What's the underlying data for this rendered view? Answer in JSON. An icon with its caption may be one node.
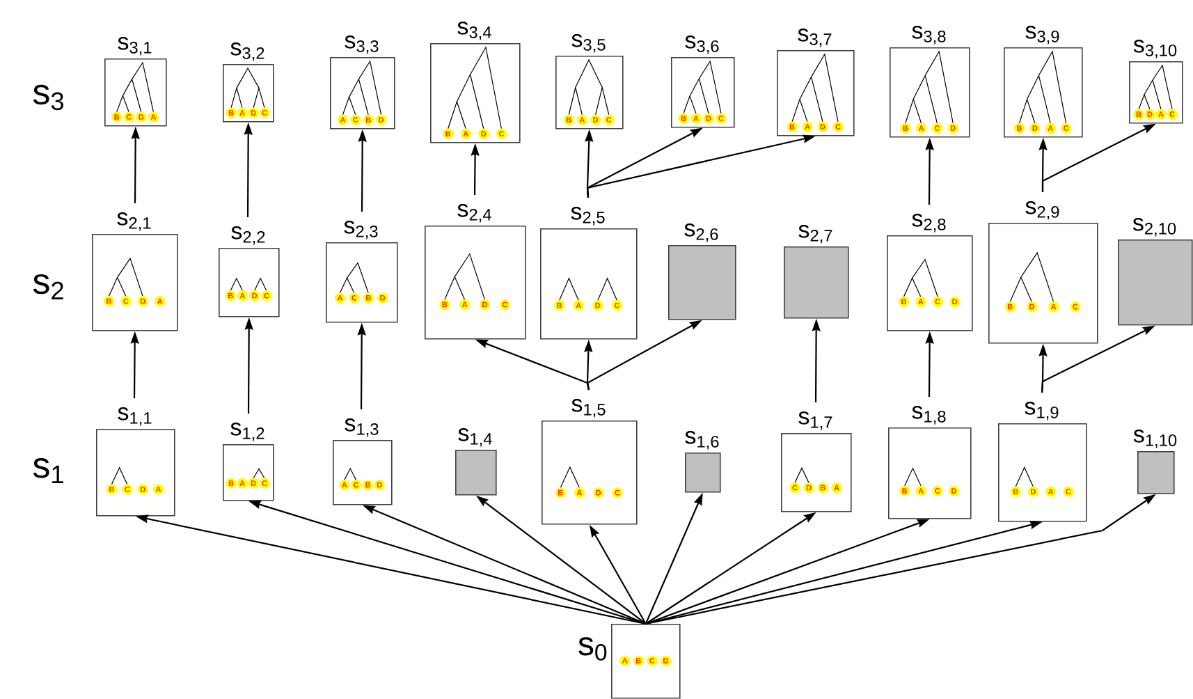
{
  "diagram": {
    "nodes": [
      {
        "text": [
          "s$_{3,1}$",
          "B",
          "C",
          "D",
          "A"
        ]
      },
      {
        "text": [
          "s$_{3,2}$",
          "B",
          "A",
          "D",
          "C"
        ]
      },
      {
        "text": [
          "s$_{3,3}$",
          "A",
          "C",
          "B",
          "D"
        ]
      },
      {
        "text": [
          "s$_{3,4}$",
          "B",
          "A",
          "D",
          "C"
        ]
      },
      {
        "text": [
          "s$_{3,5}$",
          "B",
          "A",
          "D",
          "C"
        ]
      },
      {
        "text": [
          "s$_{3,6}$",
          "B",
          "A",
          "D",
          "C"
        ]
      },
      {
        "text": [
          "s$_{3,7}$",
          "B",
          "A",
          "D",
          "C"
        ]
      },
      {
        "text": [
          "s$_{3,8}$",
          "B",
          "A",
          "C",
          "D"
        ]
      },
      {
        "text": [
          "s$_{3,9}$",
          "B",
          "D",
          "A",
          "C"
        ]
      },
      {
        "text": [
          "s$_{3,10}$",
          "B",
          "D",
          "A",
          "C"
        ]
      },
      {
        "text": [
          "s$_{2,1}$",
          "B",
          "C",
          "D",
          "A"
        ]
      },
      {
        "text": [
          "s$_{2,2}$",
          "B",
          "A",
          "D",
          "C"
        ]
      },
      {
        "text": [
          "s$_{2,3}$",
          "A",
          "C",
          "B",
          "D"
        ]
      },
      {
        "text": [
          "s$_{2,4}$",
          "B",
          "A",
          "D",
          "C"
        ]
      },
      {
        "text": [
          "s$_{2,5}$",
          "B",
          "A",
          "D",
          "C"
        ]
      },
      {
        "text": [
          "s$_{2,6}$"
        ]
      },
      {
        "text": [
          "s$_{2,7}$"
        ]
      },
      {
        "text": [
          "s$_{2,8}$",
          "B",
          "A",
          "C",
          "D"
        ]
      },
      {
        "text": [
          "s$_{2,9}$",
          "B",
          "D",
          "A",
          "C"
        ]
      },
      {
        "text": [
          "s$_{2,10}$"
        ]
      },
      {
        "text": [
          "s$_{1,1}$",
          "B",
          "C",
          "D",
          "A"
        ]
      },
      {
        "text": [
          "s$_{1,2}$",
          "B",
          "A",
          "D",
          "C"
        ]
      },
      {
        "text": [
          "s$_{1,3}$",
          "A",
          "C",
          "B",
          "D"
        ]
      },
      {
        "text": [
          "s$_{1,4}$"
        ]
      },
      {
        "text": [
          "s$_{1,5}$",
          "B",
          "A",
          "D",
          "C"
        ]
      },
      {
        "text": [
          "s$_{1,6}$"
        ]
      },
      {
        "text": [
          "s$_{1,7}$",
          "C",
          "D",
          "B",
          "A"
        ]
      },
      {
        "text": [
          "s$_{1,8}$",
          "B",
          "A",
          "C",
          "D"
        ]
      },
      {
        "text": [
          "s$_{1,9}$",
          "B",
          "D",
          "A",
          "C"
        ]
      },
      {
        "text": [
          "s$_{1,10}$"
        ]
      },
      {
        "text": [
          "s$_{0}$",
          "A",
          "B",
          "C",
          "D"
        ]
      }
    ],
    "edges": [
      {
        "from": 30,
        "to": 20,
        "arrow": "to"
      },
      {
        "from": 30,
        "to": 21,
        "arrow": "to"
      },
      {
        "from": 30,
        "to": 22,
        "arrow": "to"
      },
      {
        "from": 30,
        "to": 23,
        "arrow": "to"
      },
      {
        "from": 30,
        "to": 24,
        "arrow": "to"
      },
      {
        "from": 30,
        "to": 25,
        "arrow": "to"
      },
      {
        "from": 30,
        "to": 26,
        "arrow": "to"
      },
      {
        "from": 30,
        "to": 27,
        "arrow": "to"
      },
      {
        "from": 30,
        "to": 28,
        "arrow": "to"
      },
      {
        "from": 30,
        "to": 29,
        "arrow": "to"
      },
      {
        "from": 20,
        "to": 10,
        "arrow": "to"
      },
      {
        "from": 21,
        "to": 11,
        "arrow": "to"
      },
      {
        "from": 22,
        "to": 12,
        "arrow": "to"
      },
      {
        "from": 24,
        "to": 13,
        "arrow": "to"
      },
      {
        "from": 24,
        "to": 14,
        "arrow": "to"
      },
      {
        "from": 24,
        "to": 15,
        "arrow": "to"
      },
      {
        "from": 26,
        "to": 16,
        "arrow": "to"
      },
      {
        "from": 27,
        "to": 17,
        "arrow": "to"
      },
      {
        "from": 28,
        "to": 18,
        "arrow": "to"
      },
      {
        "from": 28,
        "to": 19,
        "arrow": "to"
      },
      {
        "from": 10,
        "to": 0,
        "arrow": "to"
      },
      {
        "from": 11,
        "to": 1,
        "arrow": "to"
      },
      {
        "from": 12,
        "to": 2,
        "arrow": "to"
      },
      {
        "from": 13,
        "to": 3,
        "arrow": "to"
      },
      {
        "from": 14,
        "to": 4,
        "arrow": "to"
      },
      {
        "from": 14,
        "to": 5,
        "arrow": "to"
      },
      {
        "from": 14,
        "to": 6,
        "arrow": "to"
      },
      {
        "from": 17,
        "to": 7,
        "arrow": "to"
      },
      {
        "from": 18,
        "to": 8,
        "arrow": "to"
      },
      {
        "from": 18,
        "to": 9,
        "arrow": "to"
      }
    ],
    "labels": [
      "s$_{3}$",
      "s$_{2}$",
      "s$_{1}$"
    ]
  }
}
